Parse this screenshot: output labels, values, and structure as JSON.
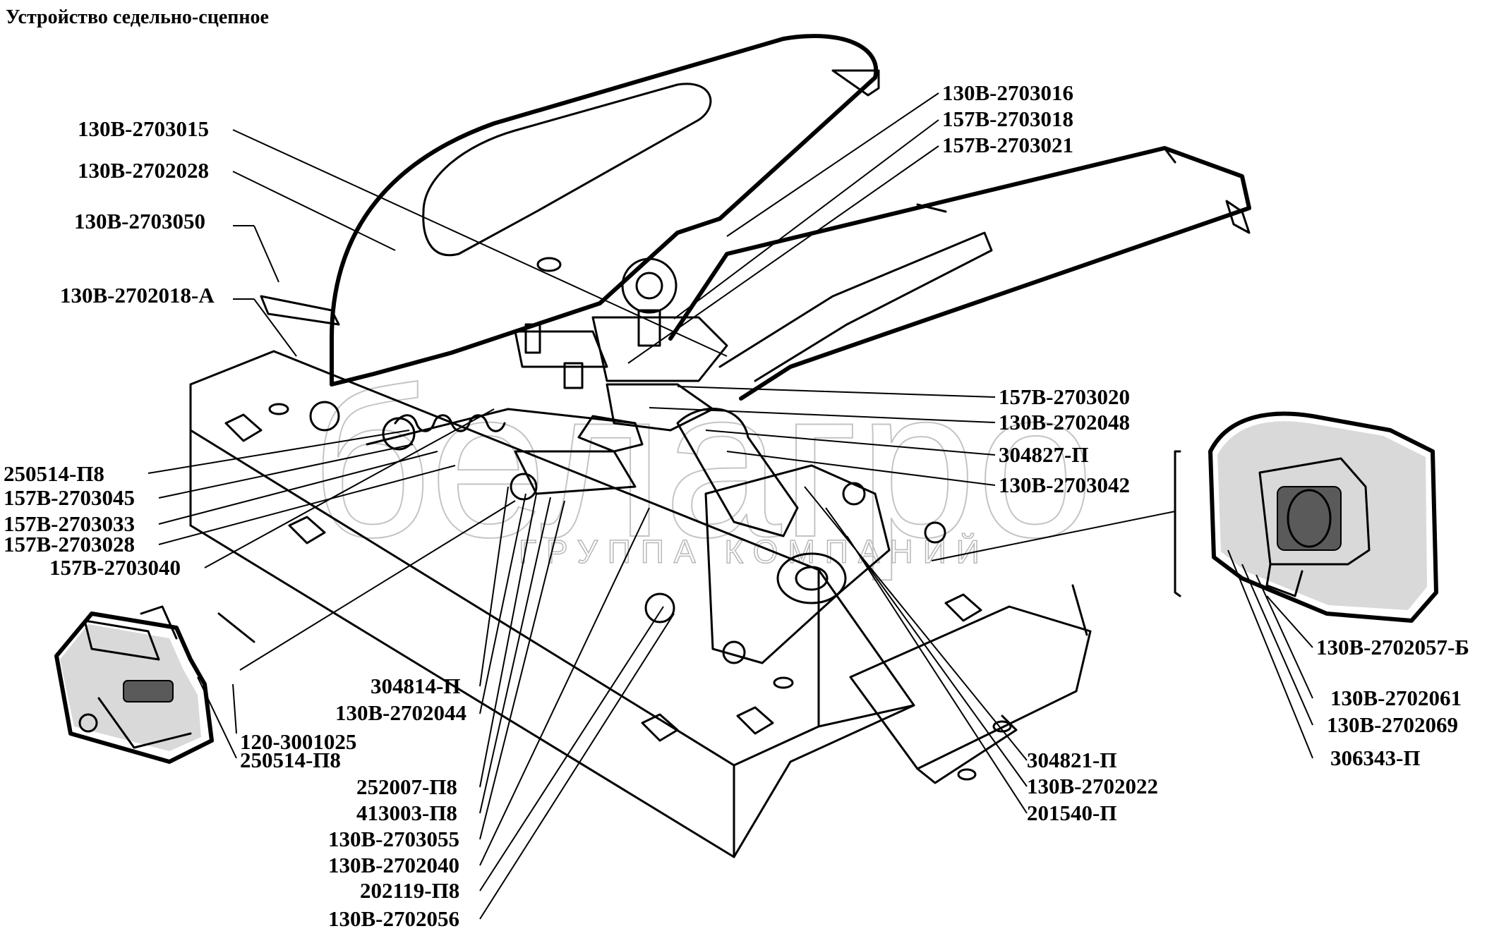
{
  "title": "Устройство седельно-сцепное",
  "watermark": {
    "logo_text": "белагро",
    "subtitle": "ГРУППА КОМПАНИЙ"
  },
  "labels": {
    "l1": "130В-2703015",
    "l2": "130В-2702028",
    "l3": "130В-2703050",
    "l4": "130В-2702018-А",
    "l5": "130В-2703016",
    "l6": "157В-2703018",
    "l7": "157В-2703021",
    "l8": "157В-2703020",
    "l9": "130В-2702048",
    "l10": "304827-П",
    "l11": "130В-2703042",
    "l12": "250514-П8",
    "l13": "157В-2703045",
    "l14": "157В-2703033",
    "l15": "157В-2703028",
    "l16": "157В-2703040",
    "l17": "304814-П",
    "l18": "130В-2702044",
    "l19": "120-3001025",
    "l20": "250514-П8",
    "l21": "252007-П8",
    "l22": "413003-П8",
    "l23": "130В-2703055",
    "l24": "130В-2702040",
    "l25": "202119-П8",
    "l26": "130В-2702056",
    "l27": "304821-П",
    "l28": "130В-2702022",
    "l29": "201540-П",
    "l30": "130В-2702057-Б",
    "l31": "130В-2702061",
    "l32": "130В-2702069",
    "l33": "306343-П"
  }
}
